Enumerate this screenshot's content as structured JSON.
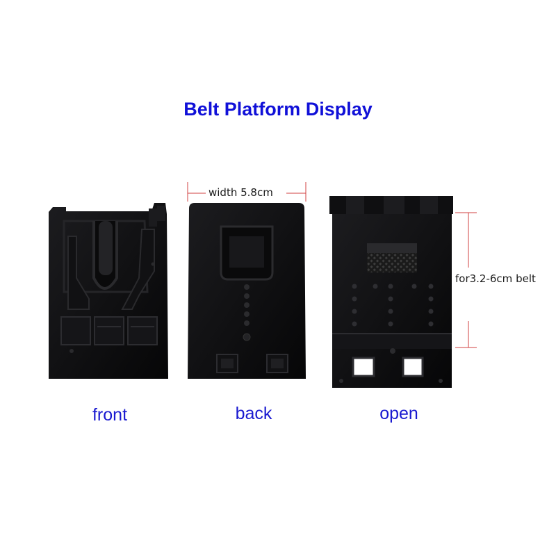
{
  "title": "Belt Platform Display",
  "labels": {
    "front": "front",
    "back": "back",
    "open": "open"
  },
  "dimensions": {
    "width": "width 5.8cm",
    "belt_range": "for3.2-6cm belt"
  },
  "colors": {
    "title": "#1010d8",
    "labels": "#1a1ad0",
    "dimension_lines": "#d04040",
    "plastic": "#0d0d0f"
  }
}
